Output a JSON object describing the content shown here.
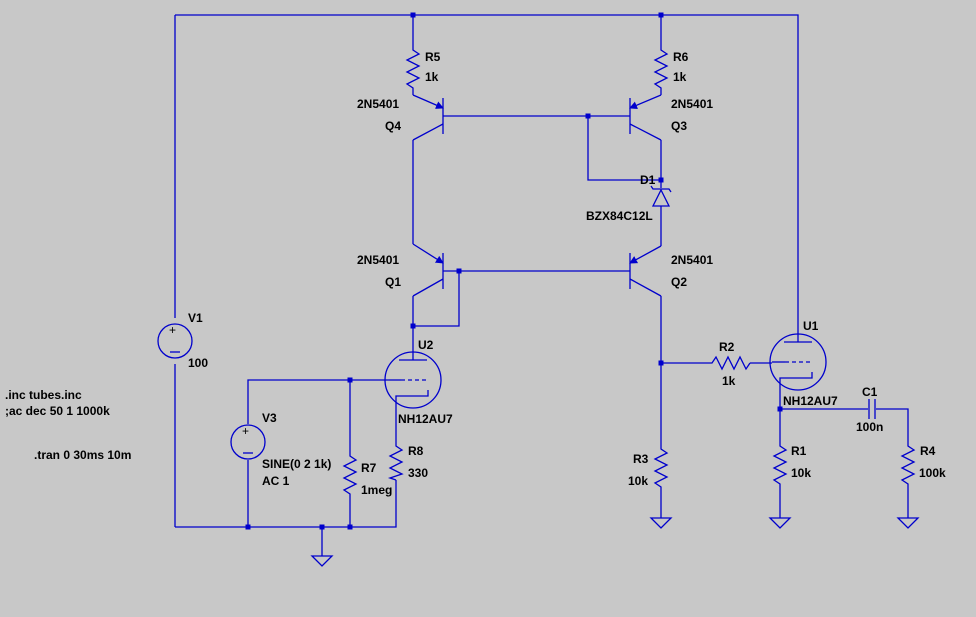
{
  "colors": {
    "background": "#c8c8c8",
    "wire": "#0000cc",
    "text": "#000000"
  },
  "components": {
    "r5": {
      "name": "R5",
      "value": "1k"
    },
    "r6": {
      "name": "R6",
      "value": "1k"
    },
    "q4": {
      "name": "Q4",
      "model": "2N5401"
    },
    "q3": {
      "name": "Q3",
      "model": "2N5401"
    },
    "q1": {
      "name": "Q1",
      "model": "2N5401"
    },
    "q2": {
      "name": "Q2",
      "model": "2N5401"
    },
    "d1": {
      "name": "D1",
      "model": "BZX84C12L"
    },
    "v1": {
      "name": "V1",
      "value": "100"
    },
    "v3": {
      "name": "V3",
      "value_line1": "SINE(0 2 1k)",
      "value_line2": "AC 1"
    },
    "u2": {
      "name": "U2",
      "model": "NH12AU7"
    },
    "u1": {
      "name": "U1",
      "model": "NH12AU7"
    },
    "r7": {
      "name": "R7",
      "value": "1meg"
    },
    "r8": {
      "name": "R8",
      "value": "330"
    },
    "r2": {
      "name": "R2",
      "value": "1k"
    },
    "r3": {
      "name": "R3",
      "value": "10k"
    },
    "r1": {
      "name": "R1",
      "value": "10k"
    },
    "c1": {
      "name": "C1",
      "value": "100n"
    },
    "r4": {
      "name": "R4",
      "value": "100k"
    }
  },
  "directives": {
    "include": ".inc tubes.inc",
    "ac": ";ac dec 50 1 1000k",
    "tran": ".tran 0 30ms 10m"
  }
}
